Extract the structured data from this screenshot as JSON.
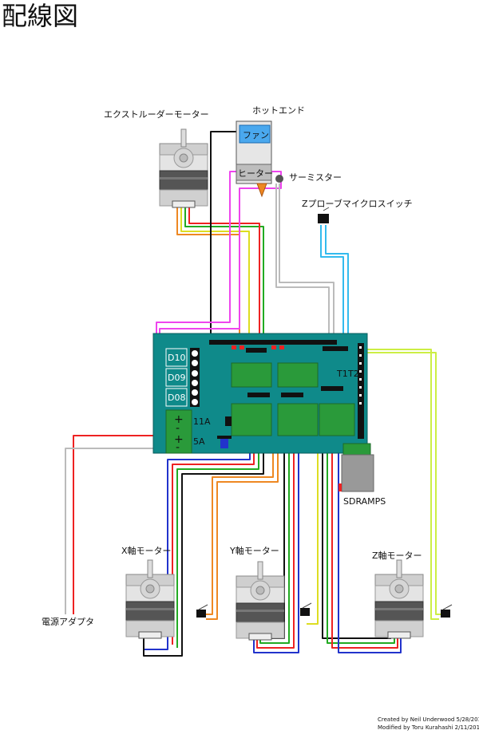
{
  "title": "配線図",
  "labels": {
    "extruder_motor": "エクストルーダーモーター",
    "hotend": "ホットエンド",
    "fan": "ファン",
    "heater": "ヒーター",
    "thermistor": "サーミスター",
    "z_probe_switch": "Zプローブマイクロスイッチ",
    "x_motor": "X軸モーター",
    "y_motor": "Y軸モーター",
    "z_motor": "Z軸モーター",
    "power_adapter": "電源アダプタ",
    "sdramps": "SDRAMPS"
  },
  "board": {
    "d10": "D10",
    "d09": "D09",
    "d08": "D08",
    "fuse_11a": "11A",
    "fuse_5a": "5A",
    "t1": "T1",
    "t2": "T2",
    "minus": "-",
    "plus": "+"
  },
  "credits": {
    "line1": "Created by Neil Underwood 5/28/2011",
    "line2": "Modified by Toru Kurahashi 2/11/2016"
  },
  "colors": {
    "board": "#0f8a8a",
    "terminal": "#2a9a3a",
    "wire_black": "#111111",
    "wire_red": "#ee2222",
    "wire_green": "#22aa22",
    "wire_blue": "#2233cc",
    "wire_orange": "#ee8822",
    "wire_yellow": "#dddd22",
    "wire_magenta": "#ee44ee",
    "wire_cyan": "#33bbee",
    "wire_gray": "#bbbbbb",
    "wire_lime": "#ccee44"
  }
}
